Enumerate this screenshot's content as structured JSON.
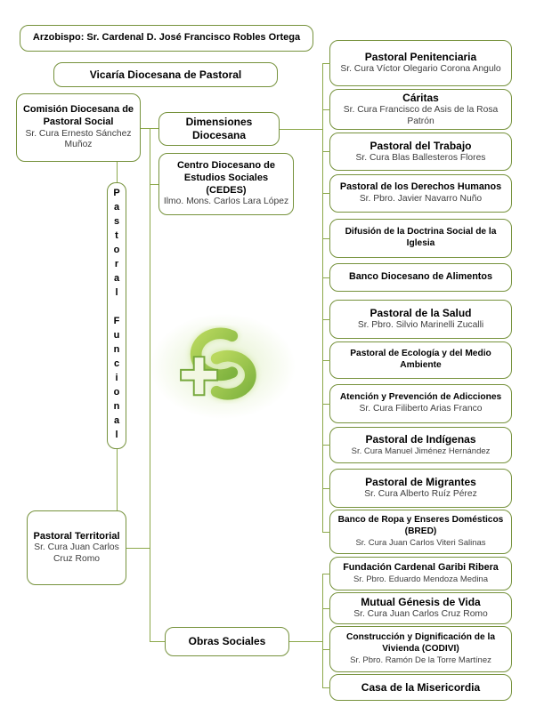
{
  "palette": {
    "box_border": "#76923c",
    "connector": "#8ca84a",
    "title_text": "#000000",
    "person_text": "#3d3d3d",
    "logo_green_light": "#aed156",
    "logo_green_dark": "#76a83c"
  },
  "header": {
    "arzobispo": "Arzobispo: Sr. Cardenal D. José Francisco Robles Ortega",
    "vicaria": "Vicaría Diocesana de Pastoral"
  },
  "left_column": {
    "comision": {
      "title": "Comisión Diocesana de Pastoral Social",
      "person": "Sr. Cura Ernesto Sánchez Muñoz"
    },
    "pastoral_funcional_label": "Pastoral Funcional",
    "pastoral_territorial": {
      "title": "Pastoral Territorial",
      "person": "Sr. Cura  Juan Carlos Cruz Romo"
    }
  },
  "middle_column": {
    "dimensiones": "Dimensiones Diocesana",
    "cedes": {
      "title": "Centro Diocesano de Estudios Sociales (CEDES)",
      "person": "Ilmo. Mons. Carlos Lara López"
    },
    "obras_sociales": "Obras Sociales"
  },
  "logo": {
    "icon": "pastoral-social-emblem"
  },
  "right_boxes": [
    {
      "title": "Pastoral Penitenciaria",
      "person": "Sr. Cura Víctor Olegario Corona Angulo"
    },
    {
      "title": "Cáritas",
      "person": "Sr. Cura Francisco de Asis de la Rosa Patrón"
    },
    {
      "title": "Pastoral del Trabajo",
      "person": "Sr. Cura Blas Ballesteros Flores"
    },
    {
      "title": "Pastoral de los Derechos Humanos",
      "person": "Sr. Pbro. Javier Navarro Nuño"
    },
    {
      "title": "Difusión de la Doctrina Social de la Iglesia"
    },
    {
      "title": "Banco Diocesano de Alimentos"
    },
    {
      "title": "Pastoral de la Salud",
      "person": "Sr. Pbro. Silvio  Marinelli Zucalli"
    },
    {
      "title": "Pastoral de Ecología y del Medio Ambiente"
    },
    {
      "title": "Atención y Prevención de Adicciones",
      "person": "Sr. Cura Filiberto Arias Franco"
    },
    {
      "title": "Pastoral de Indígenas",
      "person": "Sr. Cura Manuel Jiménez Hernández"
    },
    {
      "title": "Pastoral de Migrantes",
      "person": "Sr. Cura Alberto Ruíz Pérez"
    },
    {
      "title": "Banco de Ropa y Enseres Domésticos (BRED)",
      "person": "Sr. Cura  Juan Carlos Viteri Salinas"
    },
    {
      "title": "Fundación Cardenal Garibi Ribera",
      "person": "Sr. Pbro. Eduardo Mendoza Medina"
    },
    {
      "title": "Mutual Génesis de Vida",
      "person": "Sr. Cura Juan Carlos Cruz Romo"
    },
    {
      "title": "Construcción y Dignificación de la Vivienda (CODIVI)",
      "person": "Sr. Pbro. Ramón De la Torre Martínez"
    },
    {
      "title": "Casa de la Misericordia"
    }
  ]
}
